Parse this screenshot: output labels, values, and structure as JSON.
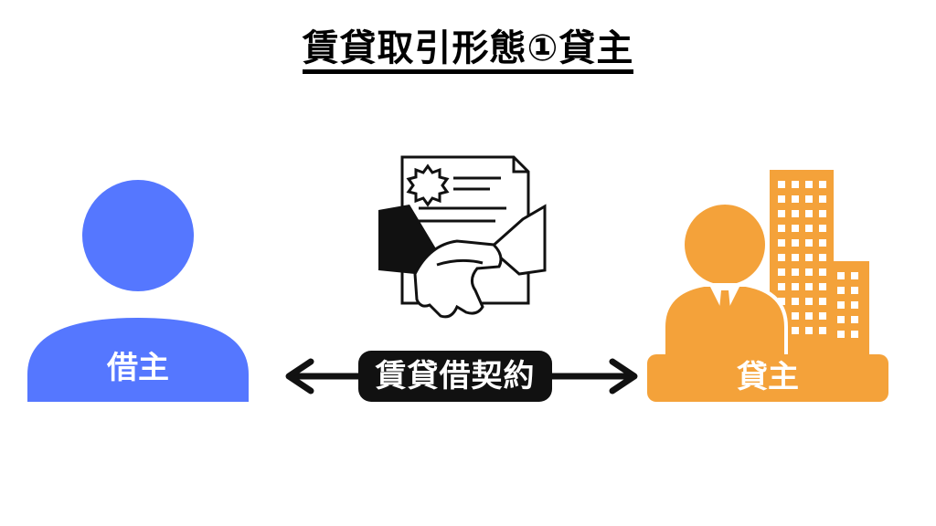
{
  "title": "賃貸取引形態①貸主",
  "borrower": {
    "label": "借主",
    "color": "#5577ff"
  },
  "lender": {
    "label": "貸主",
    "color": "#f4a23a"
  },
  "contract": {
    "label": "賃貸借契約"
  },
  "icons": {
    "borrower": "person-icon",
    "lender": "businessman-with-building-icon",
    "center": "contract-handshake-icon",
    "connector": "double-headed-arrow-icon"
  }
}
